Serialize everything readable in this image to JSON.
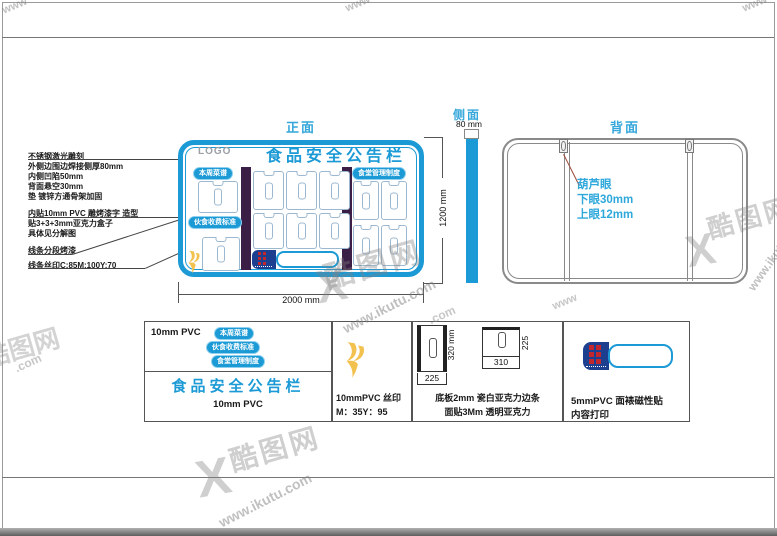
{
  "views": {
    "front": {
      "label": "正面",
      "logo": "LOGO",
      "title": "食品安全公告栏",
      "tabs": {
        "menu": "本周菜谱",
        "fee": "伙食收费标准",
        "mgmt": "食堂管理制度"
      },
      "width_dim": "2000 mm",
      "height_dim": "1200 mm"
    },
    "side": {
      "label": "侧面",
      "thickness_dim": "80 mm"
    },
    "back": {
      "label": "背面",
      "hole_note_1": "葫芦眼",
      "hole_note_2": "下眼30mm",
      "hole_note_3": "上眼12mm"
    }
  },
  "annotations": {
    "left": [
      "不锈钢激光雕刻",
      "外侧边围边焊接侧厚80mm",
      "内侧凹陷50mm",
      "背面悬空30mm",
      "垫 镀锌方通骨架加固",
      "内贴10mm PVC 雕烤漆字 造型",
      "贴3+3+3mm亚克力盒子",
      "具体见分解图",
      "线条分段烤漆",
      "线条丝印C:85M:100Y:70"
    ]
  },
  "panels": {
    "pvc": {
      "material_top": "10mm PVC",
      "title": "食品安全公告栏",
      "material_bottom": "10mm PVC"
    },
    "silk": {
      "line1": "10mmPVC 丝印",
      "line2": "M：35Y：95"
    },
    "acrylic": {
      "left_height": "320 mm",
      "left_width": "225",
      "right_height": "225",
      "right_width": "310",
      "line1": "底板2mm 瓷白亚克力边条",
      "line2": "面贴3Mm 透明亚克力"
    },
    "magnet": {
      "line1": "5mmPVC 面裱磁性贴",
      "line2": "内容打印"
    }
  },
  "watermark": {
    "brand": "酷图网",
    "url": "www.ikutu.com",
    "url_short": "www.ikutu",
    "www": "www",
    "x": "X",
    "com": ".com"
  },
  "colors": {
    "accent_blue": "#1B9AD5",
    "label_blue": "#35A7DA",
    "dark_purple": "#3A1E46",
    "navy": "#1d3f8f",
    "red": "#C1272D",
    "yellow": "#F2C14E",
    "line_gray": "#555555"
  }
}
